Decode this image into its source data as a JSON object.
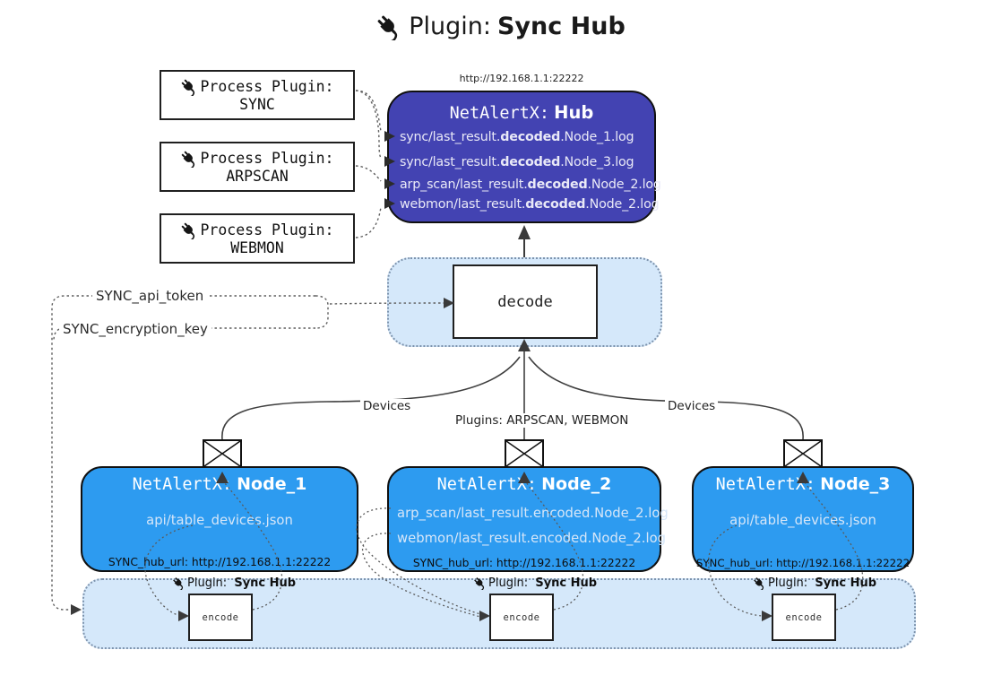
{
  "title": {
    "label": "Plugin:",
    "name": "Sync Hub"
  },
  "hub": {
    "url": "http://192.168.1.1:22222",
    "name_prefix": "NetAlertX:",
    "name": "Hub",
    "logs": [
      {
        "pre": "sync/last_result.",
        "mid": "decoded",
        "post": ".Node_1.log"
      },
      {
        "pre": "sync/last_result.",
        "mid": "decoded",
        "post": ".Node_3.log"
      },
      {
        "pre": "arp_scan/last_result.",
        "mid": "decoded",
        "post": ".Node_2.log"
      },
      {
        "pre": "webmon/last_result.",
        "mid": "decoded",
        "post": ".Node_2.log"
      }
    ]
  },
  "process_plugins": [
    {
      "title": "Process Plugin:",
      "name": "SYNC"
    },
    {
      "title": "Process Plugin:",
      "name": "ARPSCAN"
    },
    {
      "title": "Process Plugin:",
      "name": "WEBMON"
    }
  ],
  "decode": {
    "label": "decode"
  },
  "settings": {
    "api_token": "SYNC_api_token",
    "encryption_key": "SYNC_encryption_key"
  },
  "edge_labels": {
    "devices_left": "Devices",
    "plugins_middle": "Plugins: ARPSCAN, WEBMON",
    "devices_right": "Devices"
  },
  "nodes": [
    {
      "name_prefix": "NetAlertX:",
      "name": "Node_1",
      "files": [
        "api/table_devices.json"
      ],
      "hub_url": "SYNC_hub_url: http://192.168.1.1:22222"
    },
    {
      "name_prefix": "NetAlertX:",
      "name": "Node_2",
      "files": [
        "arp_scan/last_result.encoded.Node_2.log",
        "webmon/last_result.encoded.Node_2.log"
      ],
      "hub_url": "SYNC_hub_url: http://192.168.1.1:22222"
    },
    {
      "name_prefix": "NetAlertX:",
      "name": "Node_3",
      "files": [
        "api/table_devices.json"
      ],
      "hub_url": "SYNC_hub_url: http://192.168.1.1:22222"
    }
  ],
  "encoders": [
    {
      "plugin_label": "Plugin:",
      "plugin_name": "Sync Hub",
      "box_label": "encode"
    },
    {
      "plugin_label": "Plugin:",
      "plugin_name": "Sync Hub",
      "box_label": "encode"
    },
    {
      "plugin_label": "Plugin:",
      "plugin_name": "Sync Hub",
      "box_label": "encode"
    }
  ],
  "colors": {
    "hub_fill": "#4343b2",
    "node_fill": "#2d9bf0",
    "band_fill": "#d5e8fa",
    "line": "#555555"
  }
}
